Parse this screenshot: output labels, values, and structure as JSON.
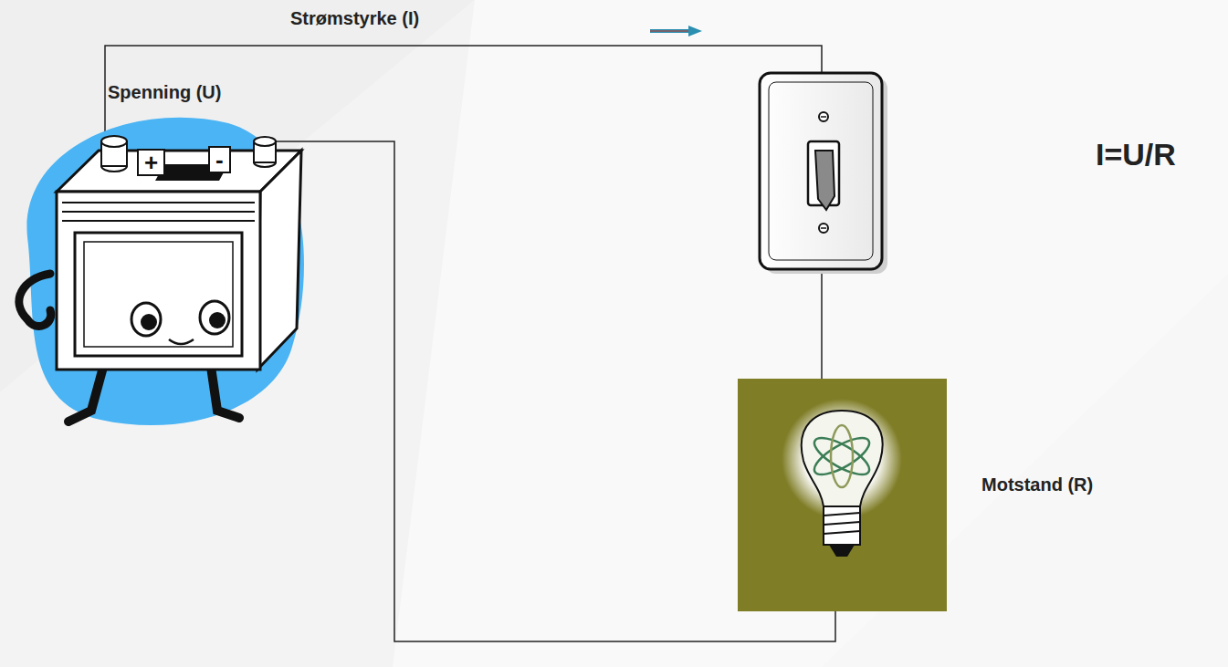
{
  "diagram": {
    "labels": [
      "Strømstyrke (I)",
      "Spenning (U)",
      "+",
      "-",
      "I=U/R",
      "Motstand (R)"
    ]
  }
}
